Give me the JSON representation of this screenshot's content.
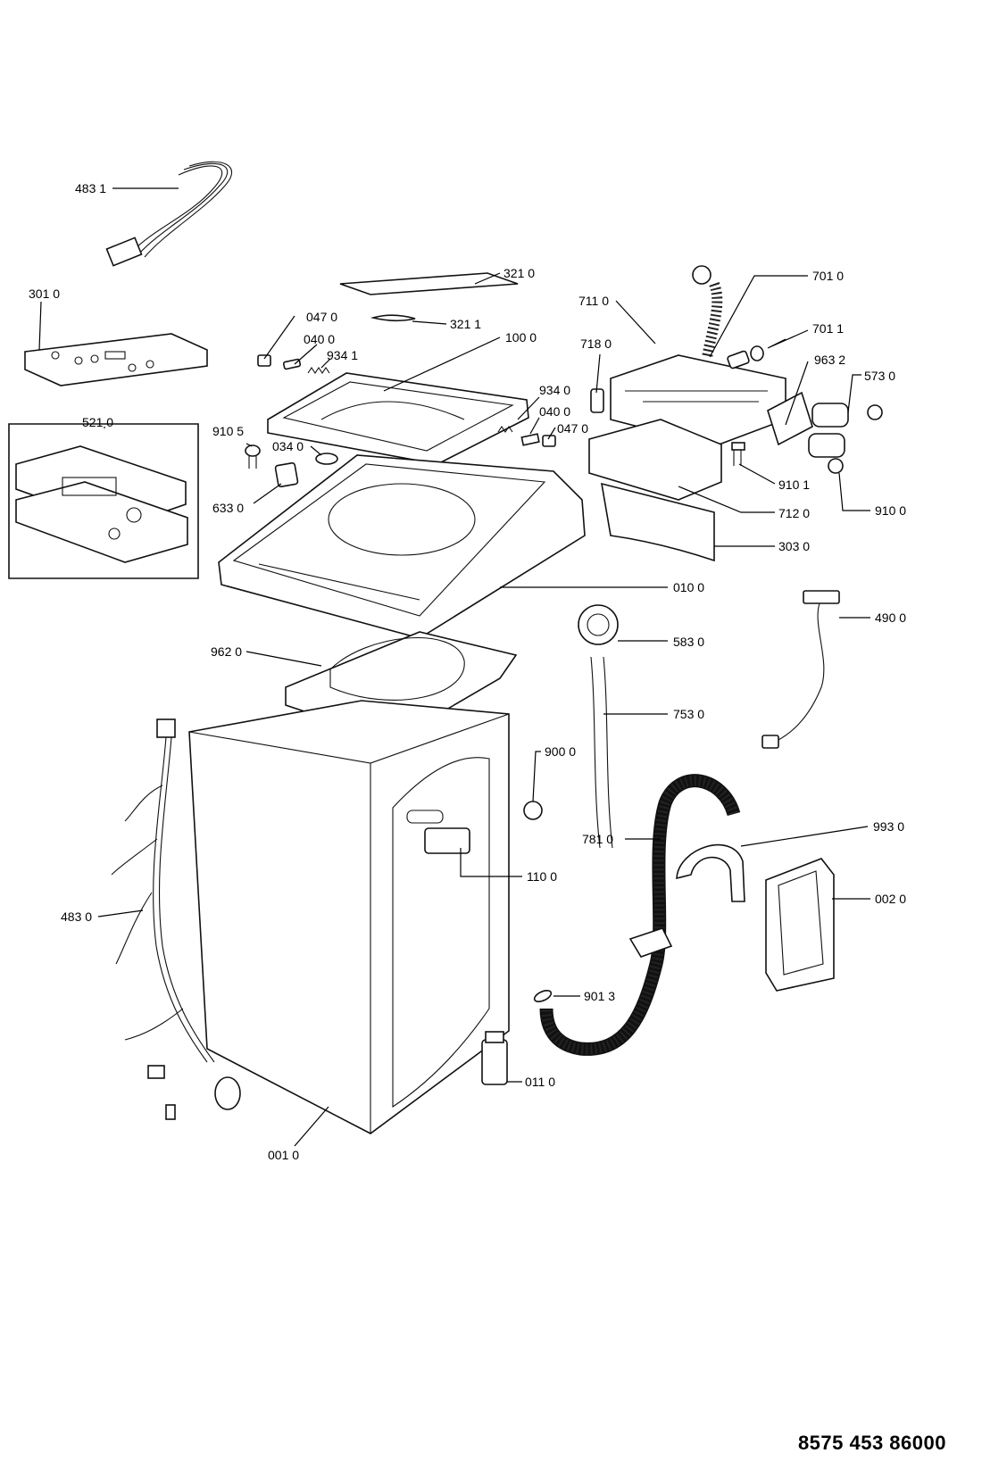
{
  "document_number": "8575  453  86000",
  "parts": [
    {
      "id": "483-1",
      "label": "483 1"
    },
    {
      "id": "321-0",
      "label": "321 0"
    },
    {
      "id": "321-1",
      "label": "321 1"
    },
    {
      "id": "301-0",
      "label": "301 0"
    },
    {
      "id": "047-0-a",
      "label": "047 0"
    },
    {
      "id": "040-0-a",
      "label": "040 0"
    },
    {
      "id": "934-1",
      "label": "934 1"
    },
    {
      "id": "100-0",
      "label": "100 0"
    },
    {
      "id": "701-0",
      "label": "701 0"
    },
    {
      "id": "711-0",
      "label": "711 0"
    },
    {
      "id": "701-1",
      "label": "701 1"
    },
    {
      "id": "718-0",
      "label": "718 0"
    },
    {
      "id": "963-2",
      "label": "963 2"
    },
    {
      "id": "573-0",
      "label": "573 0"
    },
    {
      "id": "934-0",
      "label": "934 0"
    },
    {
      "id": "040-0-b",
      "label": "040 0"
    },
    {
      "id": "047-0-b",
      "label": "047 0"
    },
    {
      "id": "521-0",
      "label": "521 0"
    },
    {
      "id": "910-5",
      "label": "910 5"
    },
    {
      "id": "034-0",
      "label": "034 0"
    },
    {
      "id": "633-0",
      "label": "633 0"
    },
    {
      "id": "910-1",
      "label": "910 1"
    },
    {
      "id": "712-0",
      "label": "712 0"
    },
    {
      "id": "910-0",
      "label": "910 0"
    },
    {
      "id": "303-0",
      "label": "303 0"
    },
    {
      "id": "010-0",
      "label": "010 0"
    },
    {
      "id": "490-0",
      "label": "490 0"
    },
    {
      "id": "583-0",
      "label": "583 0"
    },
    {
      "id": "962-0",
      "label": "962 0"
    },
    {
      "id": "753-0",
      "label": "753 0"
    },
    {
      "id": "900-0",
      "label": "900 0"
    },
    {
      "id": "993-0",
      "label": "993 0"
    },
    {
      "id": "781-0",
      "label": "781 0"
    },
    {
      "id": "002-0",
      "label": "002 0"
    },
    {
      "id": "110-0",
      "label": "110 0"
    },
    {
      "id": "483-0",
      "label": "483 0"
    },
    {
      "id": "901-3",
      "label": "901 3"
    },
    {
      "id": "011-0",
      "label": "011 0"
    },
    {
      "id": "001-0",
      "label": "001 0"
    }
  ]
}
